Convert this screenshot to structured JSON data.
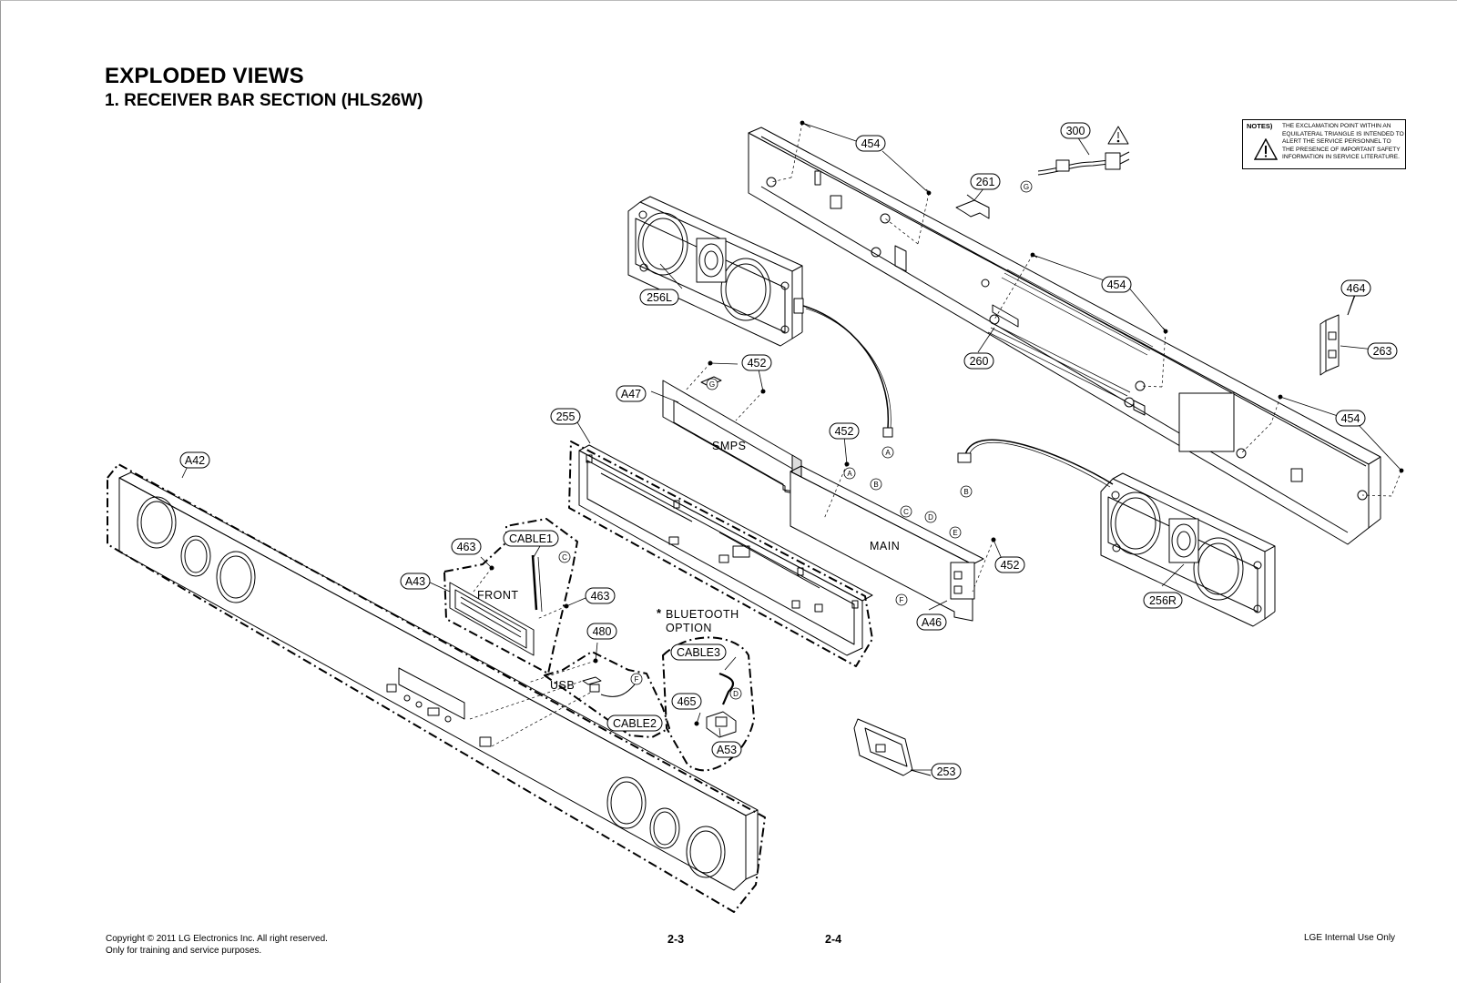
{
  "header": {
    "title": "EXPLODED VIEWS",
    "subtitle": "1. RECEIVER BAR SECTION (HLS26W)"
  },
  "notes": {
    "heading": "NOTES)",
    "text": "THE EXCLAMATION POINT WITHIN AN EQUILATERAL TRIANGLE IS INTENDED TO ALERT THE SERVICE PERSONNEL TO THE PRESENCE OF IMPORTANT SAFETY INFORMATION IN SERVICE LITERATURE."
  },
  "part_labels": {
    "p454a": "454",
    "p300": "300",
    "p261": "261",
    "p454b": "454",
    "p464": "464",
    "p263": "263",
    "p256L": "256L",
    "p260": "260",
    "p452a": "452",
    "pA47": "A47",
    "p255": "255",
    "p452b": "452",
    "p454c": "454",
    "pA42": "A42",
    "p463a": "463",
    "pCABLE1": "CABLE1",
    "pA43": "A43",
    "p463b": "463",
    "p480": "480",
    "pCABLE3": "CABLE3",
    "p465": "465",
    "pCABLE2": "CABLE2",
    "pA53": "A53",
    "p452c": "452",
    "pA46": "A46",
    "p256R": "256R",
    "p253": "253"
  },
  "board_labels": {
    "smps": "SMPS",
    "main": "MAIN",
    "front": "FRONT",
    "usb": "USB",
    "bluetooth_line1": "BLUETOOTH",
    "bluetooth_line2": "OPTION",
    "bluetooth_star": "*"
  },
  "connector_labels": {
    "g1": "G",
    "g2": "G",
    "a1": "A",
    "a2": "A",
    "b1": "B",
    "b2": "B",
    "c1": "C",
    "c2": "C",
    "d1": "D",
    "d2": "D",
    "e1": "E",
    "f1": "F",
    "f2": "F"
  },
  "footer": {
    "copyright_line1": "Copyright © 2011 LG Electronics Inc. All right reserved.",
    "copyright_line2": "Only for training and service purposes.",
    "page_left": "2-3",
    "page_right": "2-4",
    "internal": "LGE Internal Use Only"
  }
}
